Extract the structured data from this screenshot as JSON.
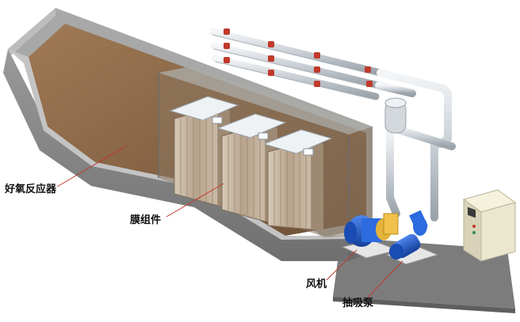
{
  "labels": {
    "aerobic_reactor": "好氧反应器",
    "membrane_module": "膜组件",
    "blower": "风机",
    "suction_pump": "抽吸泵"
  },
  "colors": {
    "concrete": "#8c8c8c",
    "sludge": "#8b6a4a",
    "pipe": "#d8dde2",
    "valve": "#c0392b",
    "motor": "#1f5fd1",
    "cabinet": "#e8e4cc",
    "leader_line": "#c0392b"
  }
}
